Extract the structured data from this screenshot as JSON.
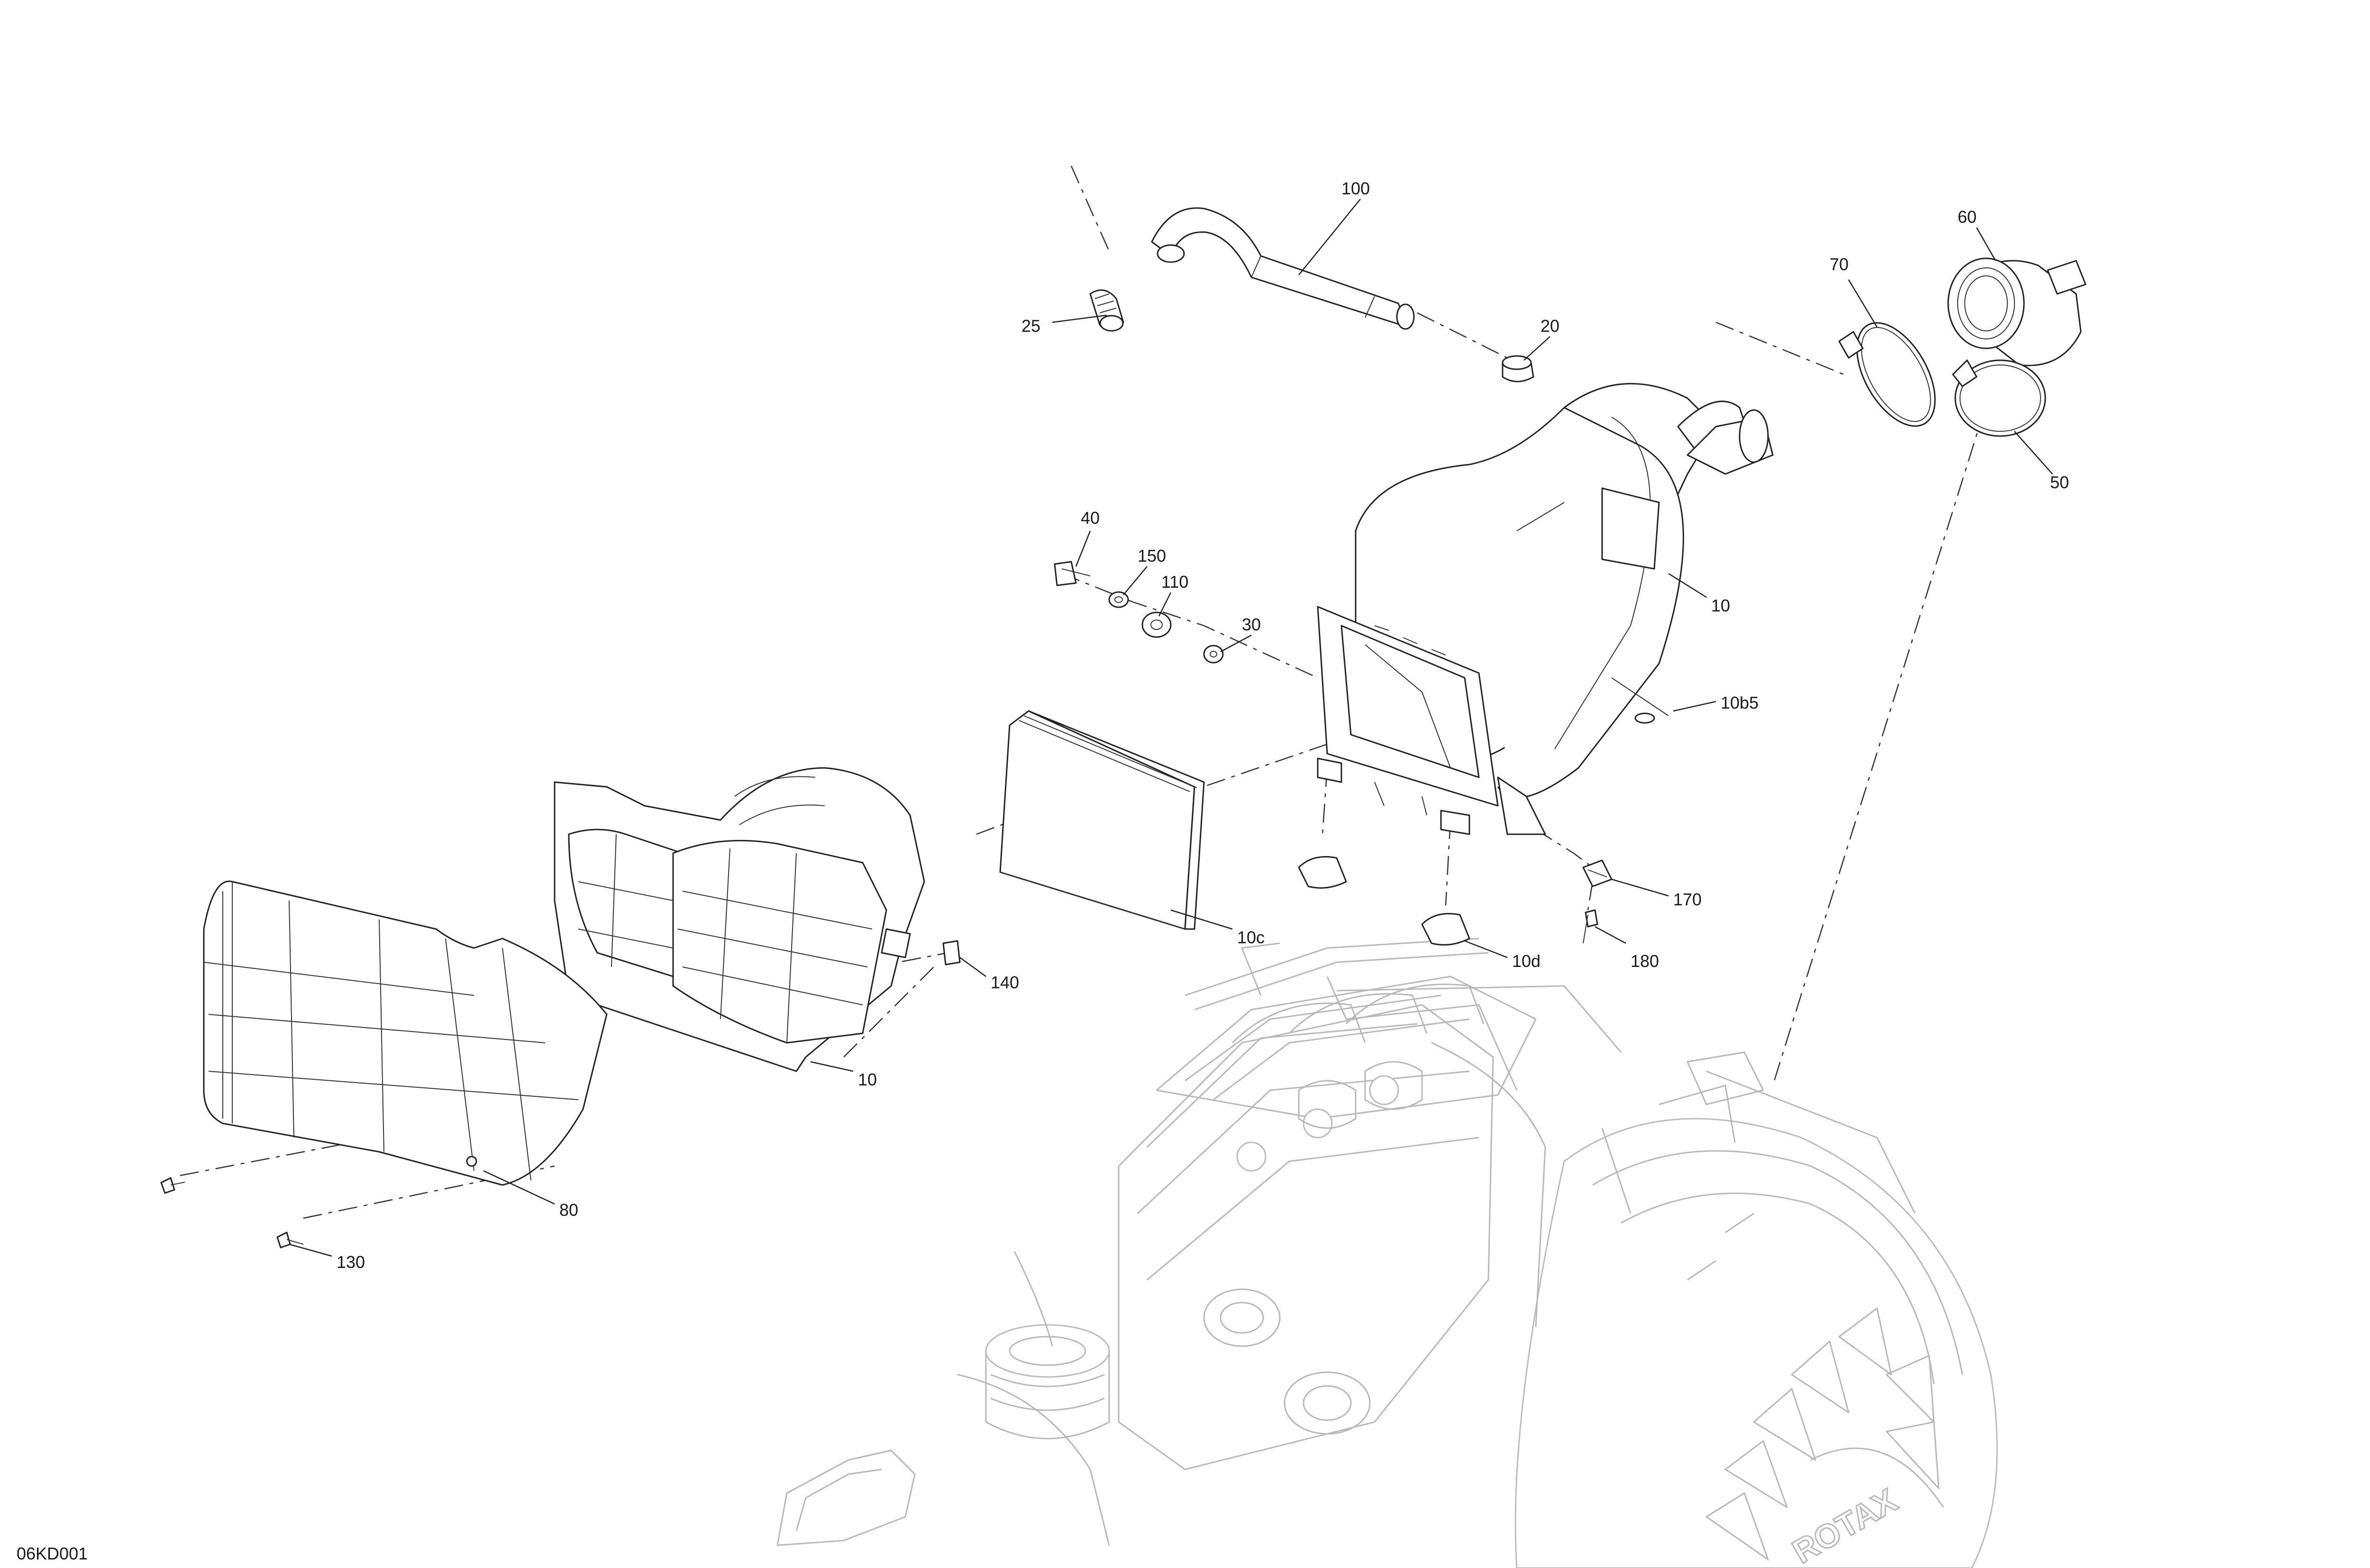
{
  "drawing_code": "06KD001",
  "callouts": {
    "c100": "100",
    "c25": "25",
    "c20": "20",
    "c70": "70",
    "c60": "60",
    "c50": "50",
    "c40": "40",
    "c150": "150",
    "c110": "110",
    "c30": "30",
    "c10_housing": "10",
    "c10b5": "10b5",
    "c10c": "10c",
    "c10d": "10d",
    "c170": "170",
    "c180": "180",
    "c140": "140",
    "c10_lower": "10",
    "c80": "80",
    "c130": "130"
  },
  "engine_logo": "ROTAX"
}
